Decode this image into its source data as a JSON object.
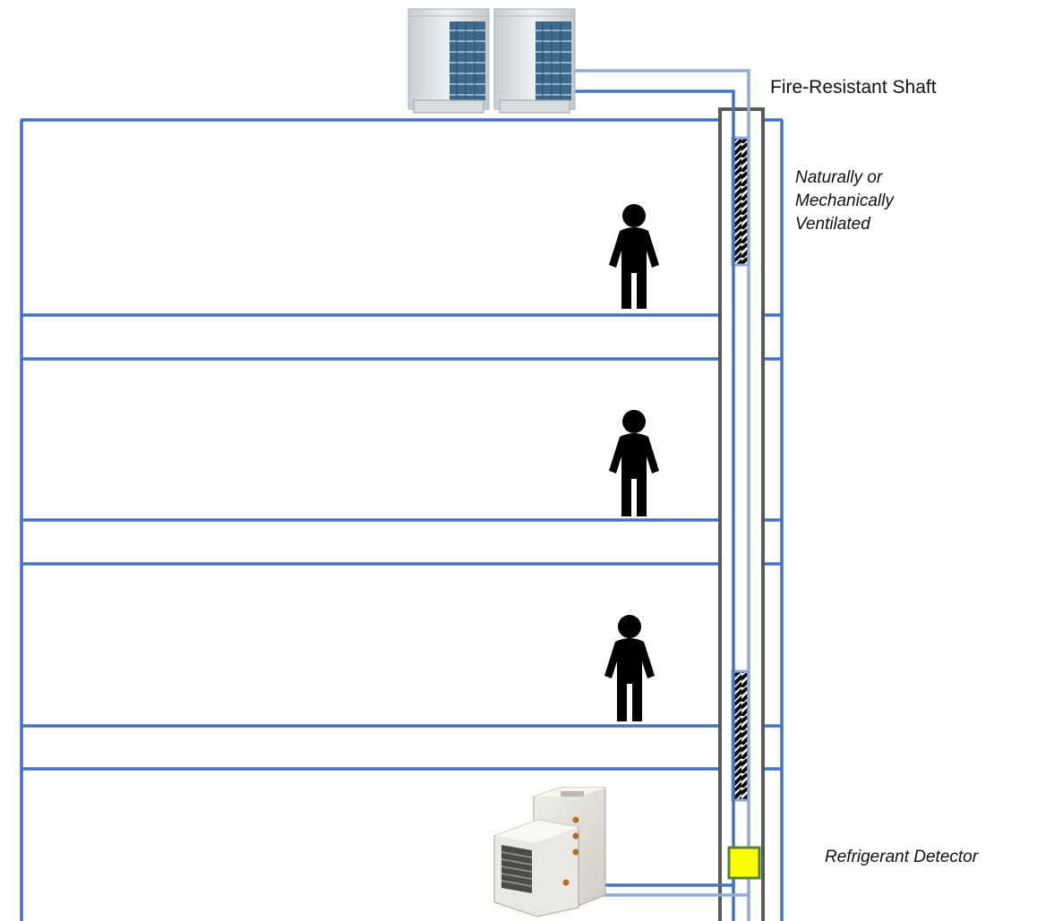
{
  "labels": {
    "shaft": "Fire-Resistant Shaft",
    "ventilation": [
      "Naturally or",
      "Mechanically",
      "Ventilated"
    ],
    "detector": "Refrigerant Detector"
  },
  "colors": {
    "floor_line": "#4472c4",
    "pipe_light": "#8eaadb",
    "pipe_dark": "#4472c4",
    "shaft_wall": "#595959",
    "detector_fill": "#ffff00",
    "detector_border": "#548235",
    "person": "#000000"
  },
  "icons": [
    "outdoor-unit-icon",
    "indoor-unit-icon",
    "person-icon",
    "ventilation-louver-icon",
    "refrigerant-detector-icon"
  ]
}
